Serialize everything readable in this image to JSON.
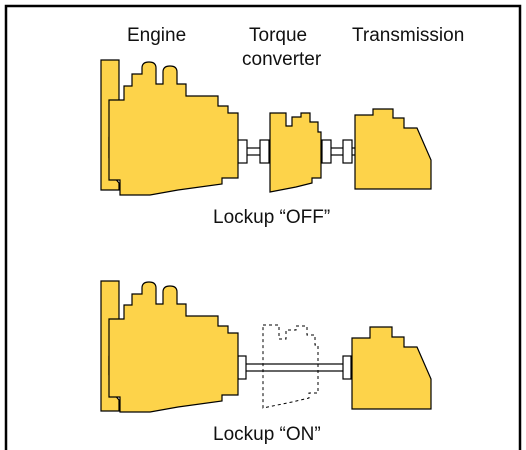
{
  "labels": {
    "engine": "Engine",
    "torque_line1": "Torque",
    "torque_line2": "converter",
    "transmission": "Transmission",
    "lockup_off": "Lockup “OFF”",
    "lockup_on": "Lockup “ON”"
  },
  "colors": {
    "component_fill": "#FDD34A",
    "outline": "#000000",
    "shaft": "#FFFFFF",
    "background": "#FFFFFF"
  }
}
